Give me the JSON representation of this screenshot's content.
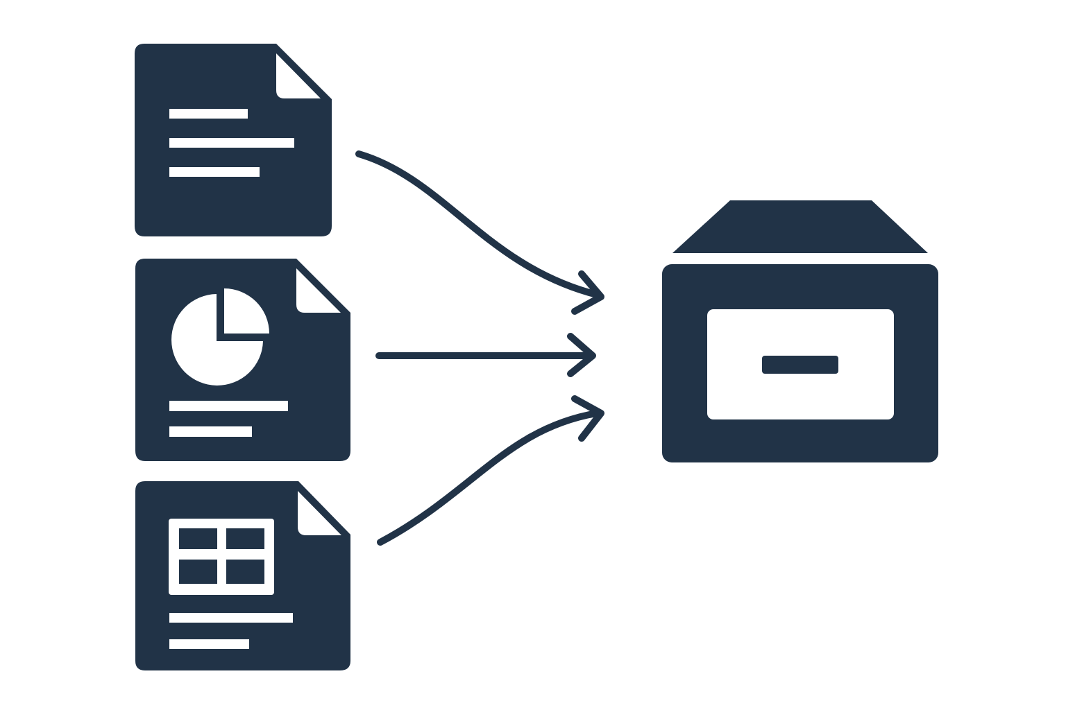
{
  "colors": {
    "icon": "#213347",
    "background": "#ffffff",
    "cutout": "#ffffff"
  },
  "diagram": {
    "sources": [
      {
        "icon": "text-document-icon"
      },
      {
        "icon": "pie-chart-document-icon"
      },
      {
        "icon": "spreadsheet-document-icon"
      }
    ],
    "connectors": [
      {
        "from": "text-document-icon",
        "to": "archive-box-icon",
        "style": "curved-arrow"
      },
      {
        "from": "pie-chart-document-icon",
        "to": "archive-box-icon",
        "style": "straight-arrow"
      },
      {
        "from": "spreadsheet-document-icon",
        "to": "archive-box-icon",
        "style": "curved-arrow"
      }
    ],
    "target": {
      "icon": "archive-box-icon"
    }
  }
}
